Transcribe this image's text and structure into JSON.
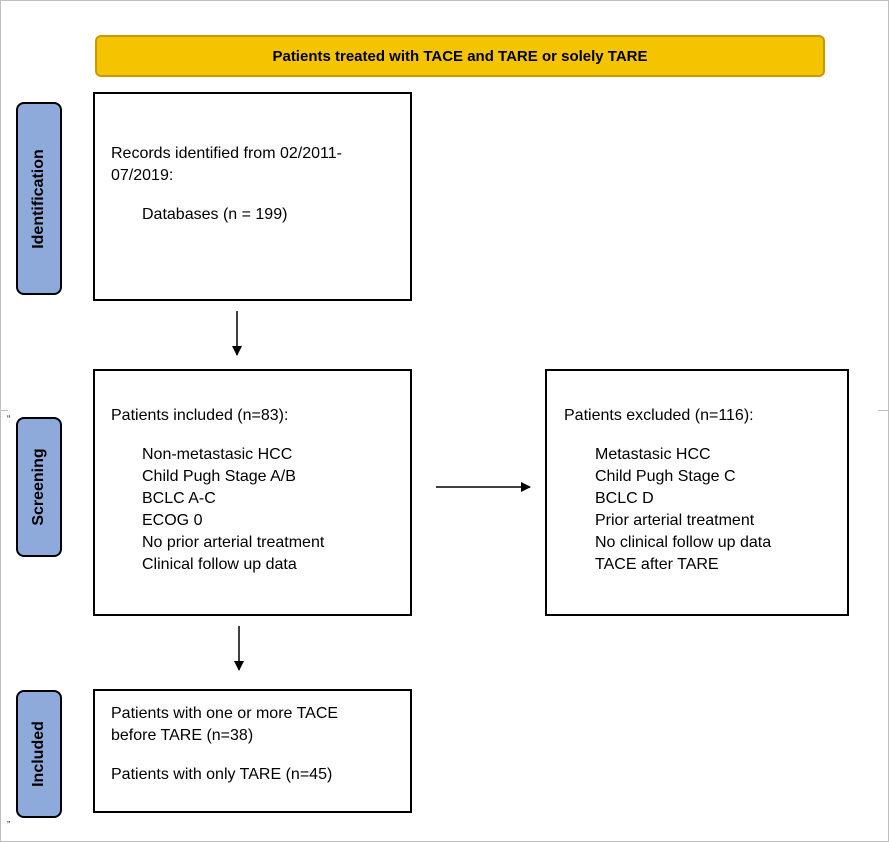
{
  "header": {
    "title": "Patients treated with TACE and TARE or solely TARE"
  },
  "phases": {
    "identification": "Identification",
    "screening": "Screening",
    "included": "Included"
  },
  "boxes": {
    "records": {
      "lines": [
        "Records identified from 02/2011-",
        "07/2019:"
      ],
      "databases": "Databases (n = 199)"
    },
    "patients_included": {
      "title": "Patients included (n=83):",
      "criteria": [
        "Non-metastasic HCC",
        "Child Pugh Stage A/B",
        "BCLC A-C",
        "ECOG 0",
        "No prior arterial treatment",
        "Clinical follow up data"
      ]
    },
    "patients_excluded": {
      "title": "Patients excluded (n=116):",
      "criteria": [
        "Metastasic HCC",
        "Child Pugh Stage C",
        "BCLC D",
        "Prior arterial treatment",
        "No clinical follow up data",
        "TACE after TARE"
      ]
    },
    "final": {
      "lines": [
        "Patients with one or more TACE",
        "before TARE (n=38)"
      ],
      "only_tare": "Patients with only TARE (n=45)"
    }
  },
  "marks": {
    "open_quote": "“",
    "close_quote": "”"
  },
  "colors": {
    "header_fill": "#f5c400",
    "phase_fill": "#8eaadb"
  }
}
